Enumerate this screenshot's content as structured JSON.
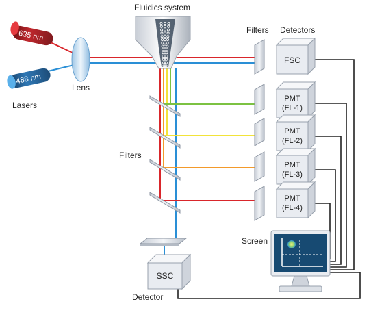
{
  "title": "Fluidics system",
  "lasers": {
    "label": "Lasers",
    "red": {
      "label": "635 nm",
      "color": "#d9262b"
    },
    "blue": {
      "label": "488 nm",
      "color": "#2a8fd6"
    }
  },
  "lens_label": "Lens",
  "filters_header": "Filters",
  "detectors_header": "Detectors",
  "filters_label": "Filters",
  "screen_label": "Screen",
  "detector_label": "Detector",
  "detectors": {
    "fsc": "FSC",
    "ssc": "SSC",
    "pmt1": {
      "line1": "PMT",
      "line2": "(FL-1)"
    },
    "pmt2": {
      "line1": "PMT",
      "line2": "(FL-2)"
    },
    "pmt3": {
      "line1": "PMT",
      "line2": "(FL-3)"
    },
    "pmt4": {
      "line1": "PMT",
      "line2": "(FL-4)"
    }
  },
  "colors": {
    "green": "#7cc242",
    "yellow": "#f2e33a",
    "orange": "#f39a2b",
    "red": "#d9262b",
    "blue": "#2a8fd6",
    "cable": "#222222",
    "box_front": "#e9ecf1",
    "box_top": "#f6f7f9",
    "box_side": "#cfd4dc",
    "screen": "#174a72"
  },
  "icons": {
    "laser": "cylinder-laser-icon",
    "lens": "convex-lens-icon",
    "filter": "filter-plate-icon",
    "detector": "box-detector-icon",
    "screen": "monitor-icon"
  }
}
